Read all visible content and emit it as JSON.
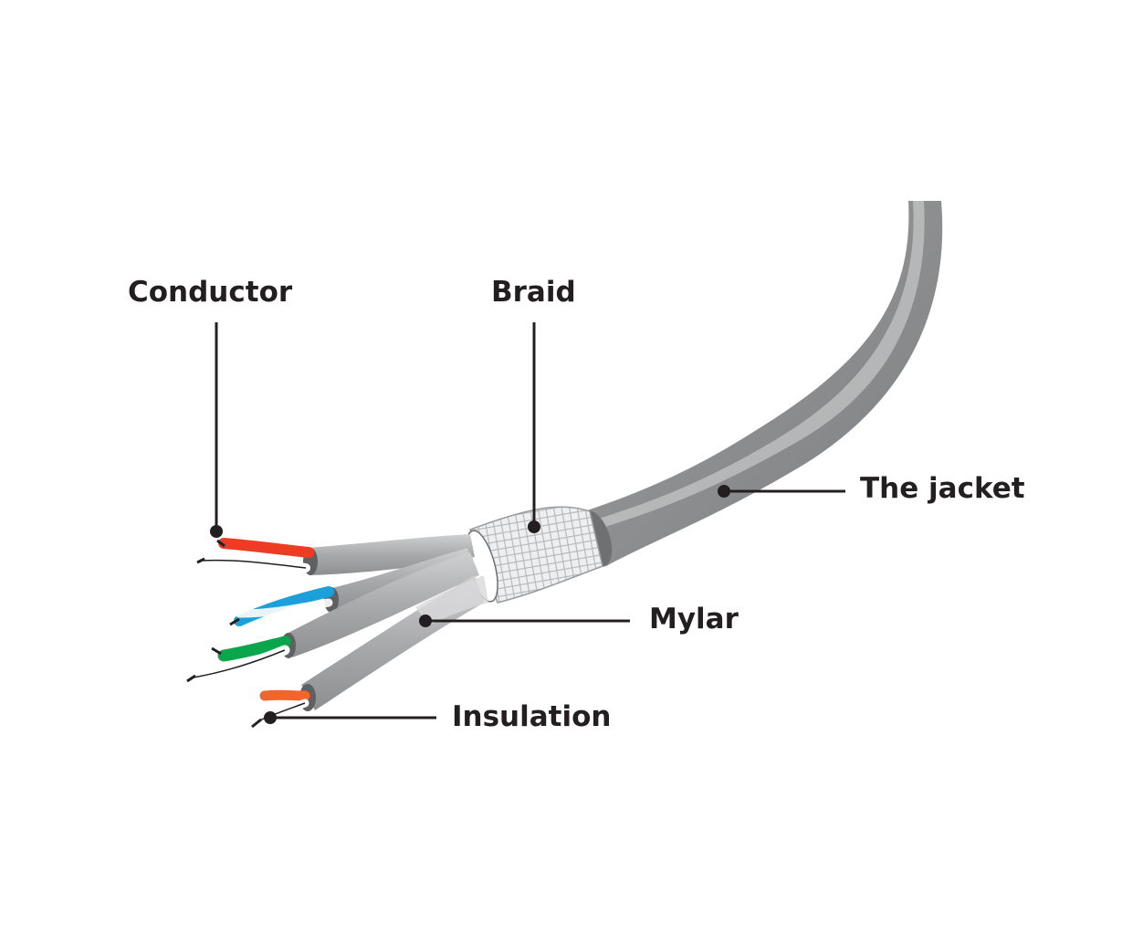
{
  "labels": {
    "conductor": "Conductor",
    "braid": "Braid",
    "jacket": "The jacket",
    "mylar": "Mylar",
    "insulation": "Insulation"
  },
  "colors": {
    "jacket": "#8f9091",
    "jacket_light": "#c9cacb",
    "inner_cable": "#a9aaab",
    "braid": "#e6e7e8",
    "leader": "#231f20",
    "wire_red": "#ee3b24",
    "wire_blue": "#1ba0db",
    "wire_green": "#0aa64b",
    "wire_orange": "#f2652b"
  }
}
